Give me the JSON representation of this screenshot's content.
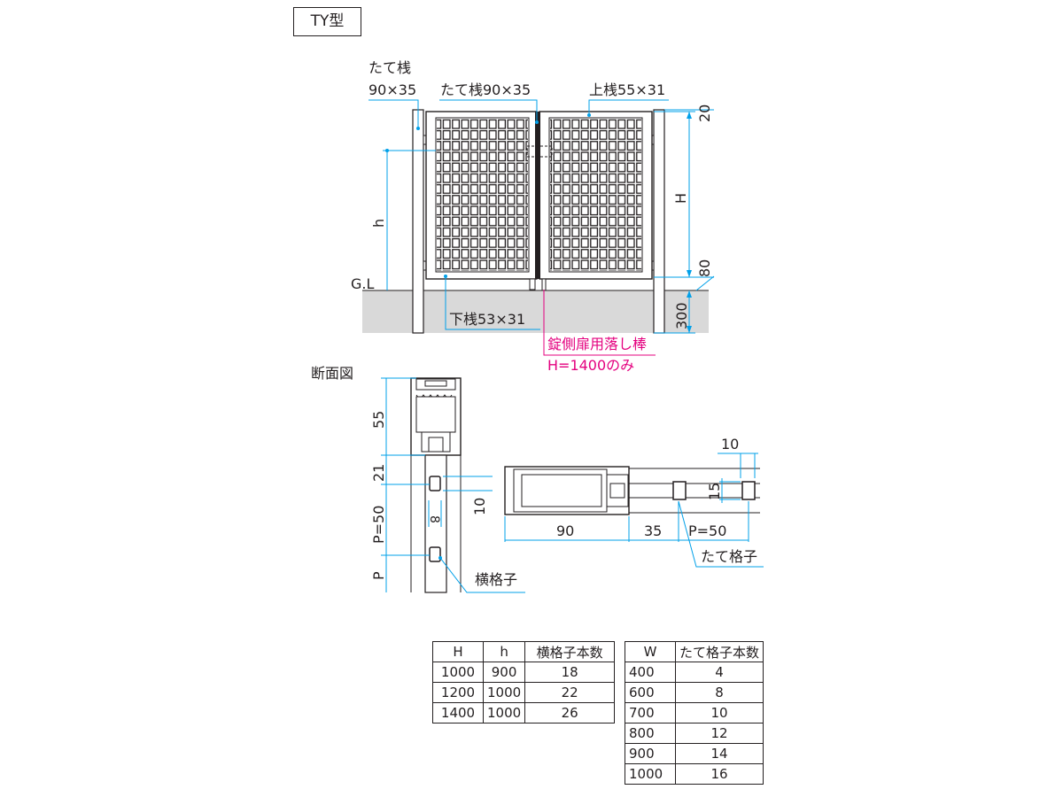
{
  "title": "TY型",
  "elevation": {
    "labels": {
      "stile_end": [
        "たて桟",
        "90×35"
      ],
      "stile_center": "たて桟90×35",
      "top_rail": "上桟55×31",
      "bottom_rail": "下桟53×31",
      "ground": "G.L",
      "h": "h",
      "H": "H",
      "dim_20": "20",
      "dim_80": "80",
      "dim_300": "300",
      "drop_rod": "錠側扉用落し棒",
      "drop_rod_note": "H=1400のみ"
    }
  },
  "section": {
    "title": "断面図",
    "vertical_dims": [
      "55",
      "21",
      "P=50",
      "P"
    ],
    "dim_8": "8",
    "dim_10": "10",
    "horizontal_label": "横格子",
    "plan_dims": {
      "d90": "90",
      "d35": "35",
      "p50": "P=50",
      "d10": "10",
      "d15": "15"
    },
    "vertical_label": "たて格子"
  },
  "table_h": {
    "headers": [
      "H",
      "h",
      "横格子本数"
    ],
    "rows": [
      [
        "1000",
        "900",
        "18"
      ],
      [
        "1200",
        "1000",
        "22"
      ],
      [
        "1400",
        "1000",
        "26"
      ]
    ]
  },
  "table_w": {
    "headers": [
      "W",
      "たて格子本数"
    ],
    "rows": [
      [
        "400",
        "4"
      ],
      [
        "600",
        "8"
      ],
      [
        "700",
        "10"
      ],
      [
        "800",
        "12"
      ],
      [
        "900",
        "14"
      ],
      [
        "1000",
        "16"
      ]
    ]
  },
  "colors": {
    "line": "#231f20",
    "dimension": "#00a0e9",
    "accent": "#e4007f",
    "ground": "#d9d9d9"
  }
}
